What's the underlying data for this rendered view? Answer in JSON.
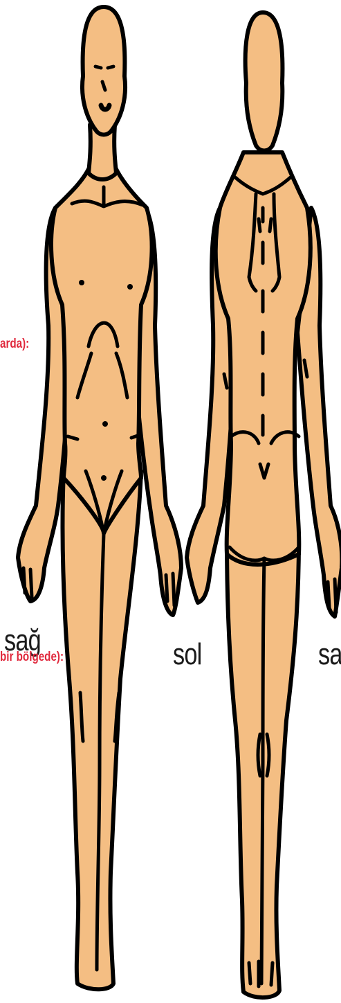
{
  "diagram": {
    "labels": {
      "front_side": "sağ",
      "back_side_left": "sol",
      "back_side_right": "sağ",
      "note_upper": "arda):",
      "note_lower": "bir bölgede):"
    },
    "colors": {
      "skin": "#f4be83",
      "outline": "#000000",
      "note_text": "#e0283c",
      "side_text": "#1a1a1a"
    }
  }
}
